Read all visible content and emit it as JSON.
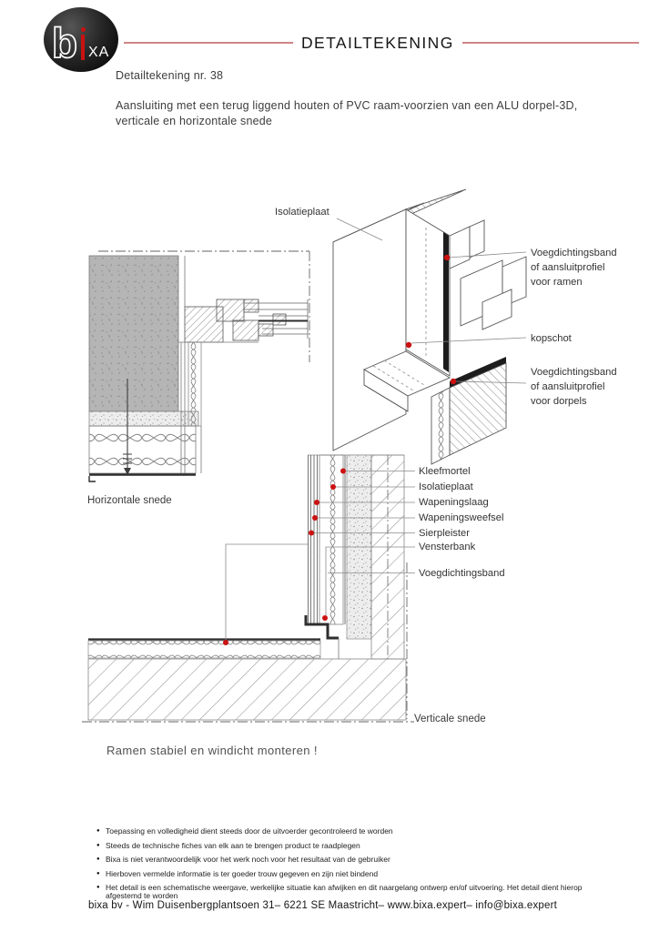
{
  "colors": {
    "accent_red": "#cc1111",
    "header_line": "#d08484",
    "concrete_gray": "#b5b5b5"
  },
  "logo": {
    "b": "b",
    "xa": "XA"
  },
  "header": {
    "title": "DETAILTEKENING"
  },
  "doc": {
    "number": "Detailtekening nr. 38",
    "description": "Aansluiting met een terug liggend houten of PVC raam-voorzien van een ALU dorpel-3D, verticale en horizontale snede"
  },
  "iso_labels": {
    "isolatieplaat": "Isolatieplaat",
    "kopschot": "kopschot",
    "band_ramen": {
      "l1": "Voegdichtingsband",
      "l2": "of aansluitprofiel",
      "l3": "voor ramen"
    },
    "band_dorpels": {
      "l1": "Voegdichtingsband",
      "l2": "of aansluitprofiel",
      "l3": "voor dorpels"
    }
  },
  "section_labels": [
    "Kleefmortel",
    "Isolatieplaat",
    "Wapeningslaag",
    "Wapeningsweefsel",
    "Sierpleister",
    "Vensterbank",
    "Voegdichtingsband"
  ],
  "captions": {
    "horizontal": "Horizontale snede",
    "vertical": "Verticale snede",
    "note": "Ramen stabiel en windicht monteren !"
  },
  "footnotes": [
    "Toepassing en volledigheid dient steeds door de uitvoerder gecontroleerd te worden",
    "Steeds de technische fiches van elk aan te brengen product te raadplegen",
    "Bixa is niet verantwoordelijk voor het werk noch voor het resultaat van de gebruiker",
    "Hierboven vermelde informatie is ter goeder trouw gegeven en zijn niet bindend",
    "Het detail is een schematische weergave, werkelijke situatie kan afwijken en dit naargelang ontwerp en/of uitvoering. Het detail dient hierop afgestemd te worden"
  ],
  "footer": {
    "text": "bixa bv - Wim Duisenbergplantsoen 31– 6221 SE Maastricht– www.bixa.expert– info@bixa.expert"
  }
}
